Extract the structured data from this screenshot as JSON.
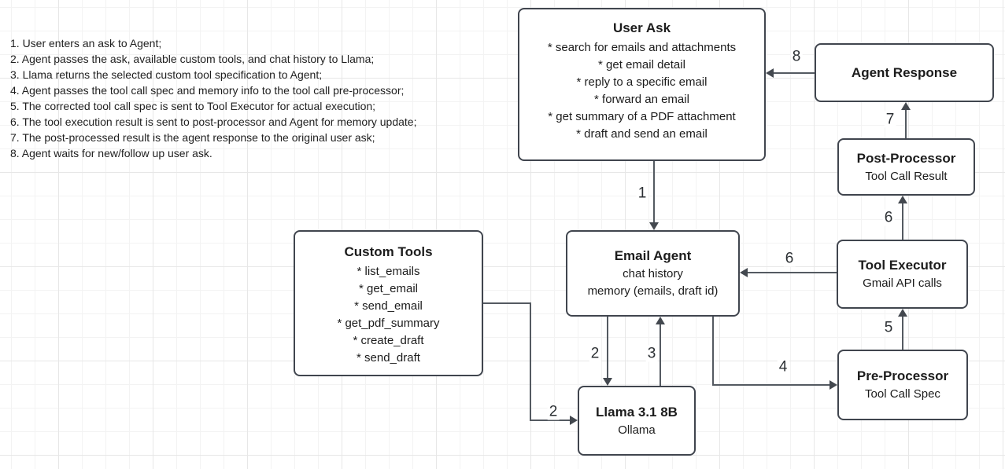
{
  "diagram": {
    "steps": [
      "1. User enters an ask to Agent;",
      "2. Agent passes the ask, available custom tools, and chat history to Llama;",
      "3. Llama returns the selected custom tool specification to Agent;",
      "4. Agent passes the tool call spec and memory info to the tool call pre-processor;",
      "5. The corrected tool call spec is sent to Tool Executor for actual execution;",
      "6. The tool execution result is sent to post-processor and Agent for memory update;",
      "7. The post-processed result is the agent response to the original user ask;",
      "8. Agent waits for new/follow up user ask."
    ],
    "nodes": {
      "user_ask": {
        "title": "User Ask",
        "items": [
          "* search for emails and attachments",
          "* get email detail",
          "* reply to a specific email",
          "* forward an email",
          "* get summary of a PDF attachment",
          "* draft and send an email"
        ]
      },
      "agent_response": {
        "title": "Agent Response"
      },
      "post_processor": {
        "title": "Post-Processor",
        "subtitle": "Tool Call Result"
      },
      "tool_executor": {
        "title": "Tool Executor",
        "subtitle": "Gmail API calls"
      },
      "pre_processor": {
        "title": "Pre-Processor",
        "subtitle": "Tool Call Spec"
      },
      "email_agent": {
        "title": "Email Agent",
        "line1": "chat history",
        "line2": "memory (emails, draft id)"
      },
      "custom_tools": {
        "title": "Custom Tools",
        "items": [
          "* list_emails",
          "* get_email",
          "* send_email",
          "* get_pdf_summary",
          "* create_draft",
          "* send_draft"
        ]
      },
      "llama": {
        "title": "Llama 3.1 8B",
        "subtitle": "Ollama"
      }
    },
    "edge_labels": {
      "step1": "1",
      "step2_agent_to_llama": "2",
      "step2_tools_to_llama": "2",
      "step3": "3",
      "step4": "4",
      "step5": "5",
      "step6_vertical": "6",
      "step6_horizontal": "6",
      "step7": "7",
      "step8": "8"
    },
    "colors": {
      "background": "#ffffff",
      "node_border": "#40454e",
      "connector": "#545a61",
      "grid_minor": "#f3f3f3",
      "grid_major": "#e7e7e7"
    }
  }
}
